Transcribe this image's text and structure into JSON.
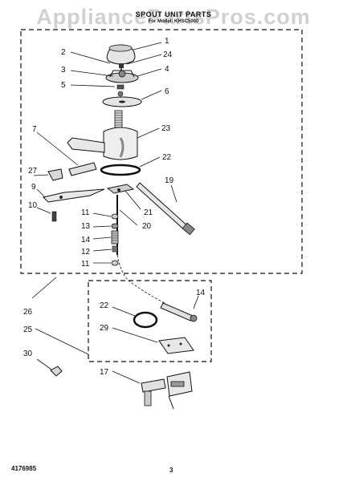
{
  "header": {
    "watermark": "AppliancePartsPros.com",
    "title": "SPOUT UNIT PARTS",
    "subtitle": "For Model: KHSC5000"
  },
  "footer": {
    "part_number": "4176985",
    "page": "3"
  },
  "callouts": {
    "c1": "1",
    "c2": "2",
    "c24": "24",
    "c3": "3",
    "c4": "4",
    "c5": "5",
    "c6": "6",
    "c7": "7",
    "c23": "23",
    "c22a": "22",
    "c27": "27",
    "c9": "9",
    "c19": "19",
    "c10": "10",
    "c21": "21",
    "c20": "20",
    "c11a": "11",
    "c13": "13",
    "c14a": "14",
    "c12": "12",
    "c11b": "11",
    "c26": "26",
    "c14b": "14",
    "c22b": "22",
    "c25": "25",
    "c29": "29",
    "c30": "30",
    "c17": "17"
  },
  "colors": {
    "line": "#111111",
    "part_fill": "#f2f2f2",
    "part_shade": "#bdbdbd"
  }
}
